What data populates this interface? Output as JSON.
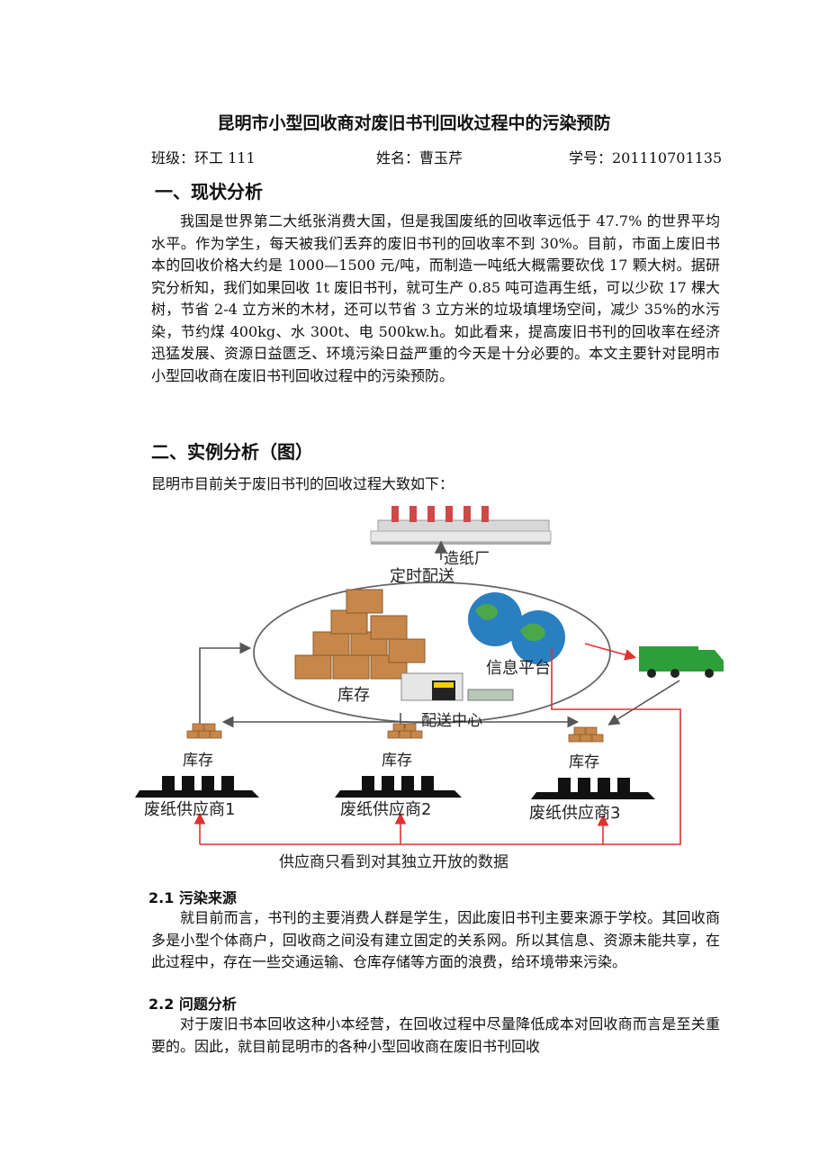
{
  "title": "昆明市小型回收商对废旧书刊回收过程中的污染预防",
  "meta": {
    "class": "班级：环工 111",
    "name": "姓名：曹玉芹",
    "student_id": "学号：201110701135"
  },
  "section1": {
    "heading": "一、现状分析",
    "paragraph": "我国是世界第二大纸张消费大国，但是我国废纸的回收率远低于 47.7% 的世界平均水平。作为学生，每天被我们丢弃的废旧书刊的回收率不到 30%。目前，市面上废旧书本的回收价格大约是 1000—1500 元/吨，而制造一吨纸大概需要砍伐 17 颗大树。据研究分析知，我们如果回收 1t 废旧书刊，就可生产 0.85 吨可造再生纸，可以少砍 17 棵大树，节省 2-4 立方米的木材，还可以节省 3 立方米的垃圾填埋场空间，减少 35%的水污染，节约煤 400kg、水 300t、电 500kw.h。如此看来，提高废旧书刊的回收率在经济迅猛发展、资源日益匮乏、环境污染日益严重的今天是十分必要的。本文主要针对昆明市小型回收商在废旧书刊回收过程中的污染预防。"
  },
  "section2": {
    "heading": "二、实例分析（图）",
    "intro": "昆明市目前关于废旧书刊的回收过程大致如下："
  },
  "diagram": {
    "paper_mill": "造纸厂",
    "scheduled_delivery": "定时配送",
    "info_platform": "信息平台",
    "inventory_center": "库存",
    "distribution_center": "配送中心",
    "supplier_inventory_1": "库存",
    "supplier_inventory_2": "库存",
    "supplier_inventory_3": "库存",
    "supplier_1": "废纸供应商1",
    "supplier_2": "废纸供应商2",
    "supplier_3": "废纸供应商3",
    "footer_note": "供应商只看到对其独立开放的数据"
  },
  "sub21": {
    "heading": "2.1 污染来源",
    "paragraph": "就目前而言，书刊的主要消费人群是学生，因此废旧书刊主要来源于学校。其回收商多是小型个体商户，回收商之间没有建立固定的关系网。所以其信息、资源未能共享，在此过程中，存在一些交通运输、仓库存储等方面的浪费，给环境带来污染。"
  },
  "sub22": {
    "heading": "2.2 问题分析",
    "paragraph": "对于废旧书本回收这种小本经营，在回收过程中尽量降低成本对回收商而言是至关重要的。因此，就目前昆明市的各种小型回收商在废旧书刊回收"
  },
  "colors": {
    "arrow_gray": "#555555",
    "arrow_red": "#e03030",
    "truck_green": "#2e9e3a",
    "box_brown": "#c8874a",
    "globe_blue": "#2a7fc0"
  }
}
